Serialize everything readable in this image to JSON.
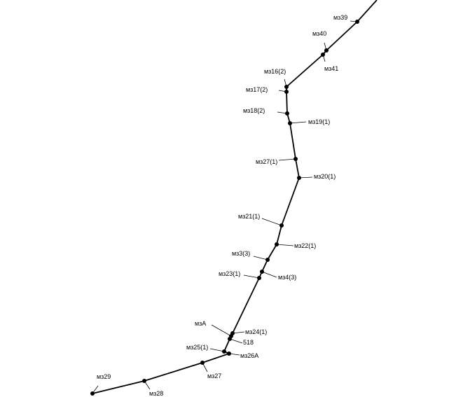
{
  "diagram": {
    "line_color": "#000000",
    "background": "#ffffff",
    "points": [
      {
        "id": "p_start",
        "label": ""
      },
      {
        "id": "mz39",
        "label": "мз39"
      },
      {
        "id": "mz40",
        "label": "мз40"
      },
      {
        "id": "mz41",
        "label": "мз41"
      },
      {
        "id": "mz16_2",
        "label": "мз16(2)"
      },
      {
        "id": "mz17_2",
        "label": "мз17(2)"
      },
      {
        "id": "mz18_2",
        "label": "мз18(2)"
      },
      {
        "id": "mz19_1",
        "label": "мз19(1)"
      },
      {
        "id": "mz27_1",
        "label": "мз27(1)"
      },
      {
        "id": "mz20_1",
        "label": "мз20(1)"
      },
      {
        "id": "mz21_1",
        "label": "мз21(1)"
      },
      {
        "id": "mz22_1",
        "label": "мз22(1)"
      },
      {
        "id": "mz3_3",
        "label": "мз3(3)"
      },
      {
        "id": "mz4_3",
        "label": "мз4(3)"
      },
      {
        "id": "mz23_1",
        "label": "мз23(1)"
      },
      {
        "id": "mz24_1",
        "label": "мз24(1)"
      },
      {
        "id": "mzA",
        "label": "мзА"
      },
      {
        "id": "p518",
        "label": "518"
      },
      {
        "id": "mz25_1",
        "label": "мз25(1)"
      },
      {
        "id": "mz26A",
        "label": "мз26А"
      },
      {
        "id": "mz27",
        "label": "мз27"
      },
      {
        "id": "mz28",
        "label": "мз28"
      },
      {
        "id": "mz29",
        "label": "мз29"
      }
    ]
  }
}
